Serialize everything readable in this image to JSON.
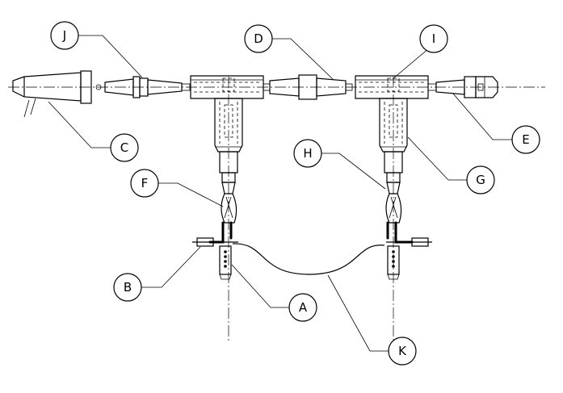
{
  "callouts": [
    {
      "id": "J",
      "label": "J"
    },
    {
      "id": "D",
      "label": "D"
    },
    {
      "id": "I",
      "label": "I"
    },
    {
      "id": "C",
      "label": "C"
    },
    {
      "id": "E",
      "label": "E"
    },
    {
      "id": "H",
      "label": "H"
    },
    {
      "id": "G",
      "label": "G"
    },
    {
      "id": "F",
      "label": "F"
    },
    {
      "id": "B",
      "label": "B"
    },
    {
      "id": "A",
      "label": "A"
    },
    {
      "id": "K",
      "label": "K"
    }
  ]
}
